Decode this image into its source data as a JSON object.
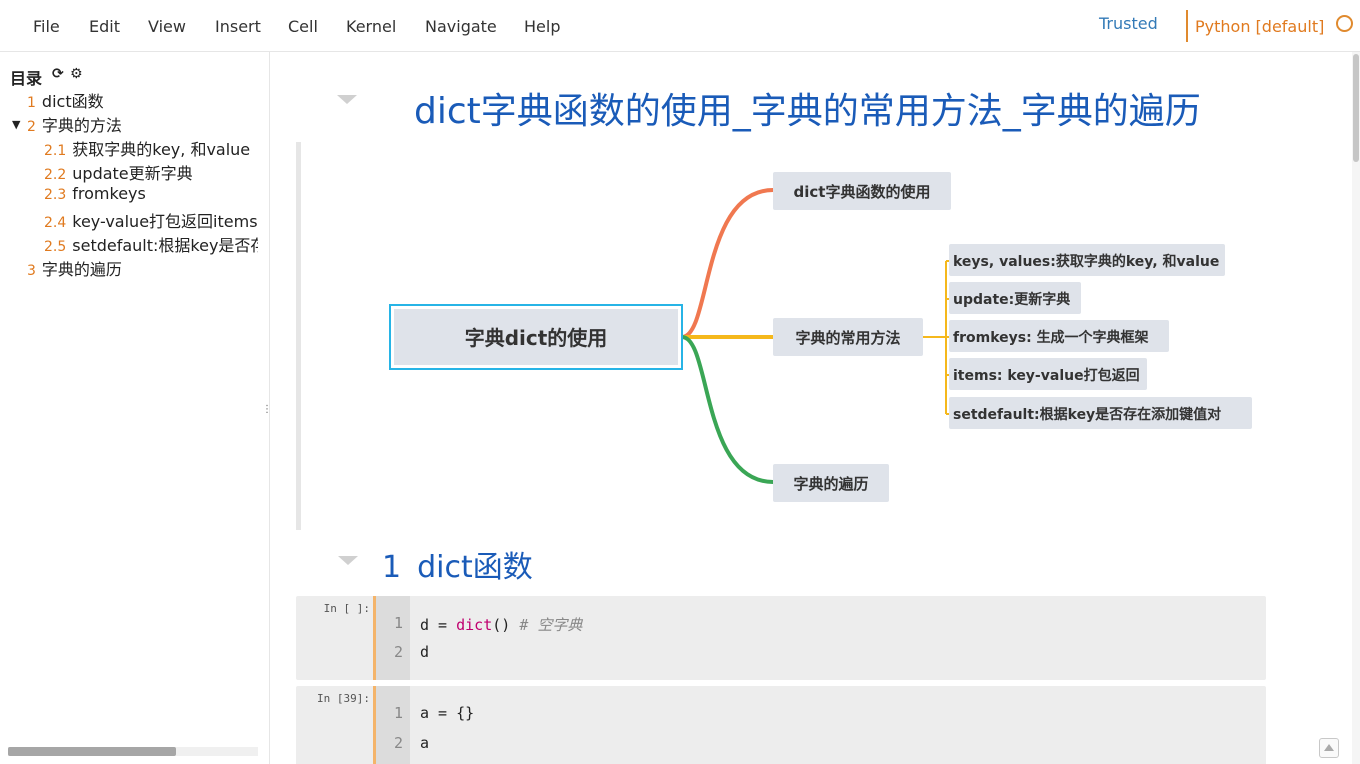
{
  "menu": [
    "File",
    "Edit",
    "View",
    "Insert",
    "Cell",
    "Kernel",
    "Navigate",
    "Help"
  ],
  "status": {
    "trusted": "Trusted",
    "kernel": "Python [default]"
  },
  "toc": {
    "title": "目录",
    "items": [
      {
        "num": "1",
        "label": "dict函数"
      },
      {
        "num": "2",
        "label": "字典的方法"
      },
      {
        "num": "2.1",
        "label": "获取字典的key, 和value"
      },
      {
        "num": "2.2",
        "label": "update更新字典"
      },
      {
        "num": "2.3",
        "label": "fromkeys"
      },
      {
        "num": "2.4",
        "label": "key-value打包返回items"
      },
      {
        "num": "2.5",
        "label": "setdefault:根据key是否存在添加键值对"
      },
      {
        "num": "3",
        "label": "字典的遍历"
      }
    ]
  },
  "notebook": {
    "h1": "dict字典函数的使用_字典的常用方法_字典的遍历",
    "mindmap": {
      "root": "字典dict的使用",
      "branches": [
        {
          "label": "dict字典函数的使用",
          "color": "#f07850"
        },
        {
          "label": "字典的常用方法",
          "color": "#f5b81c"
        },
        {
          "label": "字典的遍历",
          "color": "#3aa655"
        }
      ],
      "methods": [
        "keys, values:获取字典的key, 和value",
        "update:更新字典",
        "fromkeys: 生成一个字典框架",
        "items: key-value打包返回",
        "setdefault:根据key是否存在添加键值对"
      ]
    },
    "h2": {
      "num": "1",
      "text": "dict函数"
    },
    "cells": [
      {
        "prompt": "In [ ]:",
        "lines": [
          {
            "no": "1",
            "code": "d = ",
            "builtin": "dict",
            "rest": "() ",
            "comment": "# 空字典"
          },
          {
            "no": "2",
            "code": "d"
          }
        ]
      },
      {
        "prompt": "In [39]:",
        "lines": [
          {
            "no": "1",
            "code": "a = {}"
          },
          {
            "no": "2",
            "code": "a"
          }
        ]
      }
    ]
  }
}
